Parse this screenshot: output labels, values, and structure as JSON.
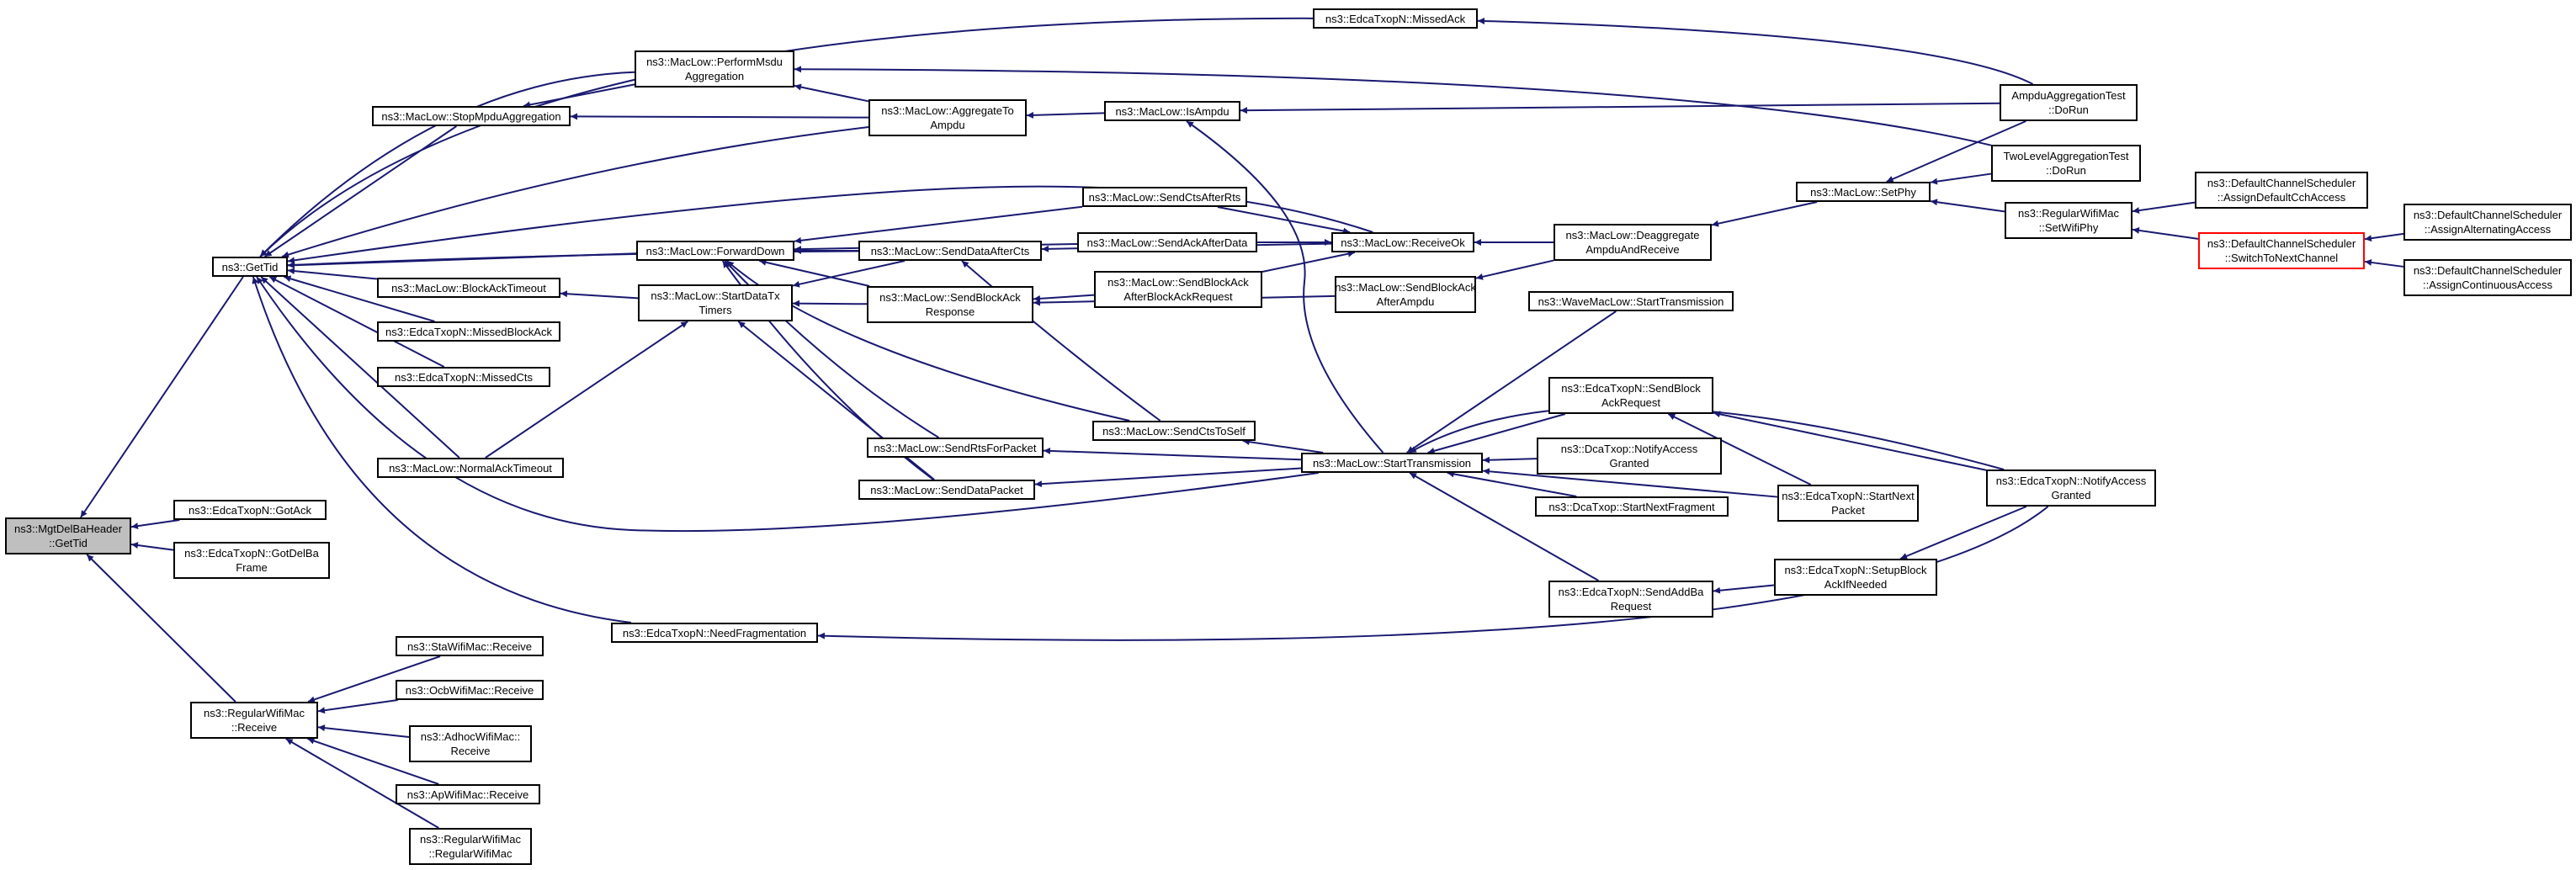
{
  "colors": {
    "edge": "#191970",
    "node_border": "#000000",
    "root_fill": "#bfbfbf",
    "highlight_border": "#ff0000"
  },
  "nodes": {
    "root": "ns3::MgtDelBaHeader\n::GetTid",
    "gettid": "ns3::GetTid",
    "gotack": "ns3::EdcaTxopN::GotAck",
    "gotdelba": "ns3::EdcaTxopN::GotDelBa\nFrame",
    "regreceive": "ns3::RegularWifiMac\n::Receive",
    "sta_receive": "ns3::StaWifiMac::Receive",
    "ocb_receive": "ns3::OcbWifiMac::Receive",
    "adhoc_receive": "ns3::AdhocWifiMac::\nReceive",
    "ap_receive": "ns3::ApWifiMac::Receive",
    "reg_ctor": "ns3::RegularWifiMac\n::RegularWifiMac",
    "missedack": "ns3::EdcaTxopN::MissedAck",
    "performmsdu": "ns3::MacLow::PerformMsdu\nAggregation",
    "stopmpdu": "ns3::MacLow::StopMpduAggregation",
    "aggregate": "ns3::MacLow::AggregateTo\nAmpdu",
    "isampdu": "ns3::MacLow::IsAmpdu",
    "ampdutest": "AmpduAggregationTest\n::DoRun",
    "twoleveltest": "TwoLevelAggregationTest\n::DoRun",
    "setphy": "ns3::MacLow::SetPhy",
    "regsetwifiphy": "ns3::RegularWifiMac\n::SetWifiPhy",
    "assigncch": "ns3::DefaultChannelScheduler\n::AssignDefaultCchAccess",
    "switchnext": "ns3::DefaultChannelScheduler\n::SwitchToNextChannel",
    "assignalt": "ns3::DefaultChannelScheduler\n::AssignAlternatingAccess",
    "assigncont": "ns3::DefaultChannelScheduler\n::AssignContinuousAccess",
    "sendctsafterrts": "ns3::MacLow::SendCtsAfterRts",
    "sendackafterdata": "ns3::MacLow::SendAckAfterData",
    "receiveok": "ns3::MacLow::ReceiveOk",
    "deaggregate": "ns3::MacLow::Deaggregate\nAmpduAndReceive",
    "forwarddown": "ns3::MacLow::ForwardDown",
    "senddataafterctx": "ns3::MacLow::SendDataAfterCts",
    "blockacktimeout": "ns3::MacLow::BlockAckTimeout",
    "startdatatx": "ns3::MacLow::StartDataTx\nTimers",
    "sendblockackresp": "ns3::MacLow::SendBlockAck\nResponse",
    "sendblockackafterreq": "ns3::MacLow::SendBlockAck\nAfterBlockAckRequest",
    "sendblockackafterampdu": "ns3::MacLow::SendBlockAck\nAfterAmpdu",
    "wavestart": "ns3::WaveMacLow::StartTransmission",
    "missedblockack": "ns3::EdcaTxopN::MissedBlockAck",
    "missedcts": "ns3::EdcaTxopN::MissedCts",
    "normalacktimeout": "ns3::MacLow::NormalAckTimeout",
    "sendctstoself": "ns3::MacLow::SendCtsToSelf",
    "sendrtsforpacket": "ns3::MacLow::SendRtsForPacket",
    "senddatapacket": "ns3::MacLow::SendDataPacket",
    "starttransmission": "ns3::MacLow::StartTransmission",
    "sendblockackreq": "ns3::EdcaTxopN::SendBlock\nAckRequest",
    "dcanotify": "ns3::DcaTxop::NotifyAccess\nGranted",
    "dcastartnext": "ns3::DcaTxop::StartNextFragment",
    "edcastartnext": "ns3::EdcaTxopN::StartNext\nPacket",
    "edcanotify": "ns3::EdcaTxopN::NotifyAccess\nGranted",
    "sendaddba": "ns3::EdcaTxopN::SendAddBa\nRequest",
    "setupblockack": "ns3::EdcaTxopN::SetupBlock\nAckIfNeeded",
    "needfrag": "ns3::EdcaTxopN::NeedFragmentation"
  }
}
